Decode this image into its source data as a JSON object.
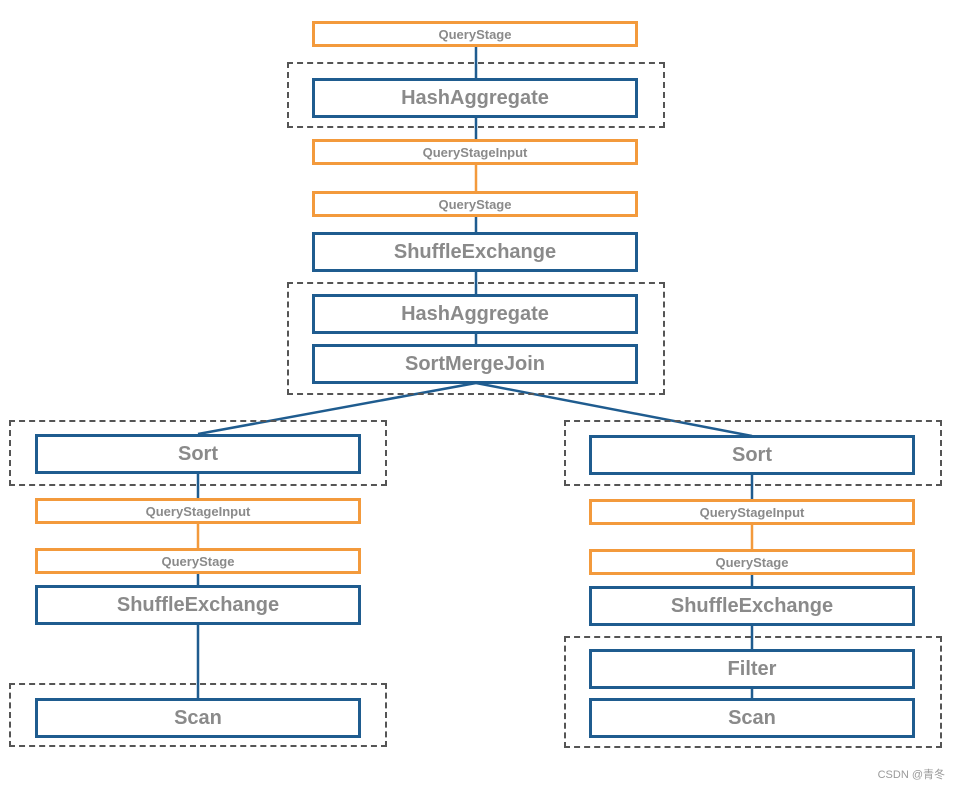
{
  "nodes": {
    "qs_top": "QueryStage",
    "hash_agg_top": "HashAggregate",
    "qsi_top": "QueryStageInput",
    "qs_mid": "QueryStage",
    "shuffle_mid": "ShuffleExchange",
    "hash_agg_mid": "HashAggregate",
    "sort_merge_join": "SortMergeJoin",
    "left_sort": "Sort",
    "left_qsi": "QueryStageInput",
    "left_qs": "QueryStage",
    "left_shuffle": "ShuffleExchange",
    "left_scan": "Scan",
    "right_sort": "Sort",
    "right_qsi": "QueryStageInput",
    "right_qs": "QueryStage",
    "right_shuffle": "ShuffleExchange",
    "right_filter": "Filter",
    "right_scan": "Scan"
  },
  "colors": {
    "operator_border": "#1f5c8f",
    "query_stage_border": "#f39a3c",
    "group_border": "#555555",
    "text": "#8a8a8a"
  },
  "watermark": "CSDN @青冬"
}
